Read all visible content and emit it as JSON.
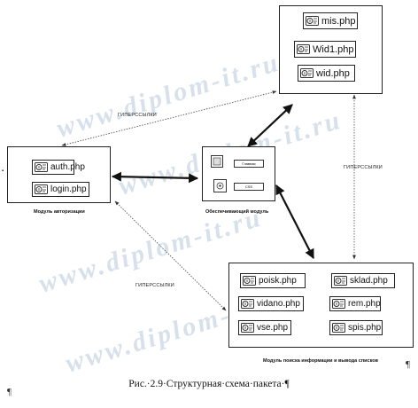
{
  "watermark": "www.diplom-it.ru",
  "modules": {
    "auth": {
      "caption": "Модуль авторизации",
      "files": [
        "auth.php",
        "login.php"
      ]
    },
    "core": {
      "caption": "Обеспечивающий модуль",
      "labels": [
        "Главная",
        "CSS"
      ]
    },
    "top": {
      "files": [
        "mis.php",
        "Wid1.php",
        "wid.php"
      ]
    },
    "search": {
      "caption": "Модуль поиска информации и вывода списков",
      "files": [
        "poisk.php",
        "sklad.php",
        "vidano.php",
        "rem.php",
        "vse.php",
        "spis.php"
      ]
    }
  },
  "hyperlinks": [
    "ГИПЕРССЫЛКИ",
    "ГИПЕРССЫЛКИ",
    "ГИПЕРССЫЛКИ"
  ],
  "figure_caption": "Рис.·2.9·Структурная·схема·пакета·¶",
  "pilcrow": "¶",
  "bullet": "▪"
}
